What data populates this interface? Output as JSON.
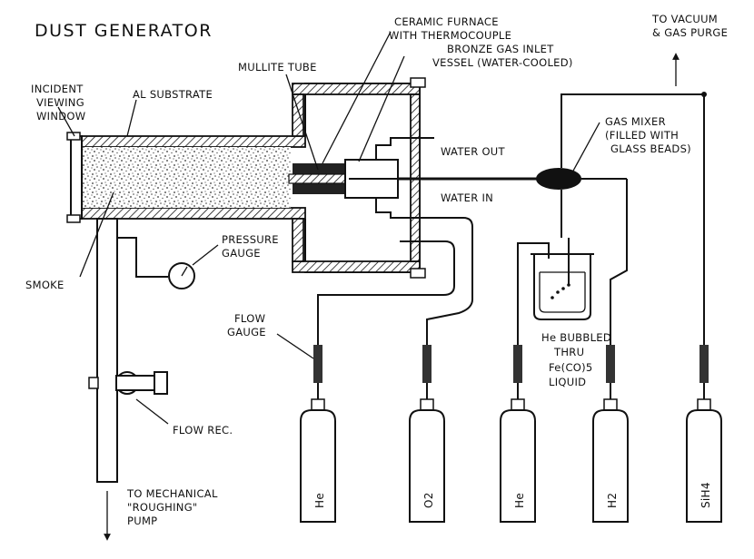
{
  "title": "DUST GENERATOR",
  "labels": {
    "incident_window": [
      "INCIDENT",
      "VIEWING",
      "WINDOW"
    ],
    "al_substrate": "AL SUBSTRATE",
    "mullite_tube": "MULLITE TUBE",
    "ceramic_furnace": [
      "CERAMIC FURNACE",
      "WITH THERMOCOUPLE"
    ],
    "bronze_vessel": [
      "BRONZE GAS INLET",
      "VESSEL (WATER-COOLED)"
    ],
    "vacuum": [
      "TO VACUUM",
      "& GAS PURGE"
    ],
    "gas_mixer": [
      "GAS MIXER",
      "(FILLED WITH",
      "GLASS BEADS)"
    ],
    "water_out": "WATER OUT",
    "water_in": "WATER IN",
    "pressure_gauge": [
      "PRESSURE",
      "GAUGE"
    ],
    "smoke": "SMOKE",
    "flow_gauge": [
      "FLOW",
      "GAUGE"
    ],
    "he_bubbled": [
      "He BUBBLED",
      "THRU",
      "Fe(CO)5",
      "LIQUID"
    ],
    "flow_rec": "FLOW REC.",
    "mechanical_pump": [
      "TO MECHANICAL",
      "\"ROUGHING\"",
      "PUMP"
    ]
  },
  "cylinders": [
    "He",
    "O2",
    "He",
    "H2",
    "SiH4"
  ]
}
